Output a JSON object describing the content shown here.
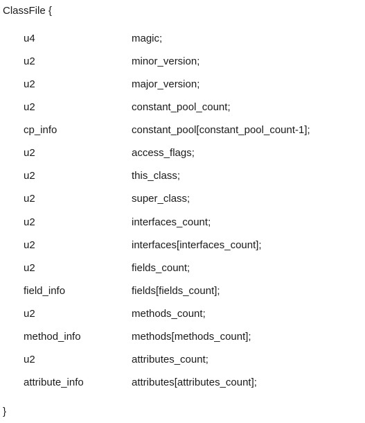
{
  "header": "ClassFile {",
  "footer": "}",
  "fields": [
    {
      "type": "u4",
      "name": "magic;"
    },
    {
      "type": "u2",
      "name": "minor_version;"
    },
    {
      "type": "u2",
      "name": "major_version;"
    },
    {
      "type": "u2",
      "name": "constant_pool_count;"
    },
    {
      "type": "cp_info",
      "name": "constant_pool[constant_pool_count-1];"
    },
    {
      "type": "u2",
      "name": "access_flags;"
    },
    {
      "type": "u2",
      "name": "this_class;"
    },
    {
      "type": "u2",
      "name": "super_class;"
    },
    {
      "type": "u2",
      "name": "interfaces_count;"
    },
    {
      "type": "u2",
      "name": "interfaces[interfaces_count];"
    },
    {
      "type": "u2",
      "name": "fields_count;"
    },
    {
      "type": "field_info",
      "name": "fields[fields_count];"
    },
    {
      "type": "u2",
      "name": "methods_count;"
    },
    {
      "type": "method_info",
      "name": "methods[methods_count];"
    },
    {
      "type": "u2",
      "name": "attributes_count;"
    },
    {
      "type": "attribute_info",
      "name": "attributes[attributes_count];"
    }
  ]
}
